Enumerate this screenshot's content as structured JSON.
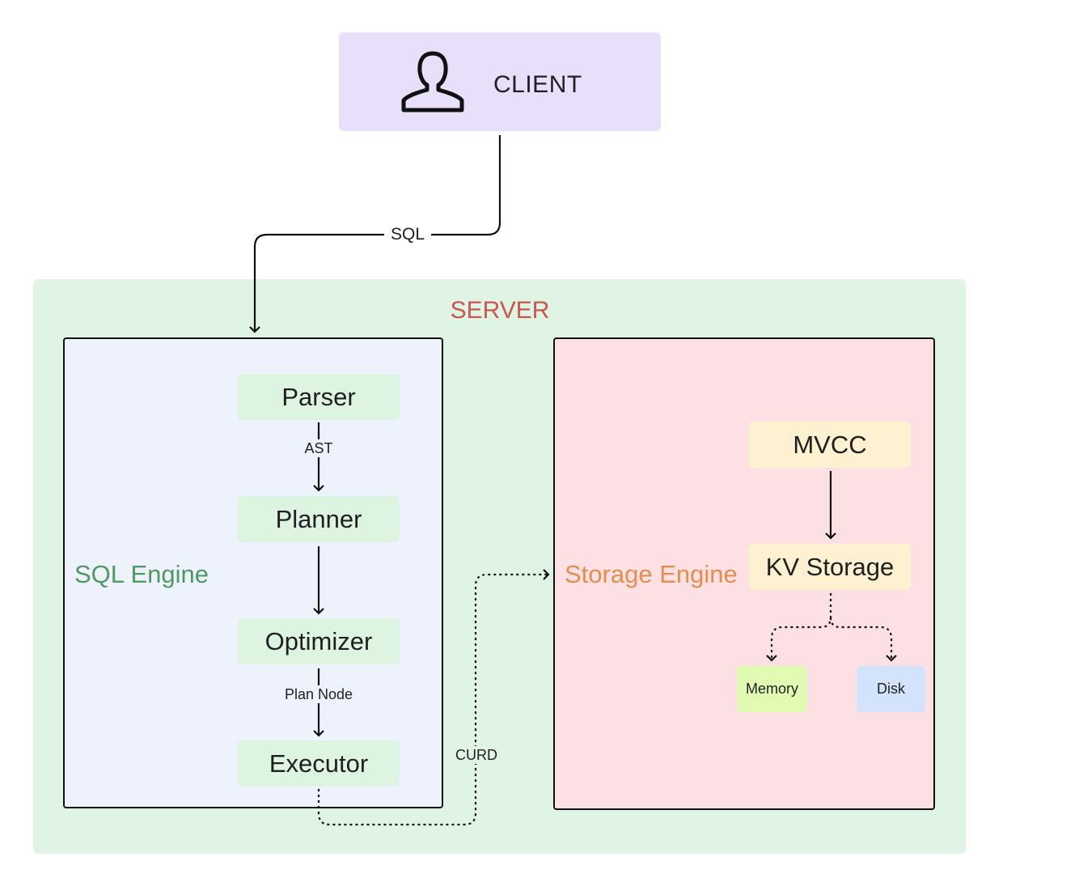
{
  "client": {
    "label": "CLIENT",
    "icon": "user-icon"
  },
  "server": {
    "title": "SERVER"
  },
  "edges": {
    "client_to_sql": "SQL",
    "parser_to_planner": "AST",
    "optimizer_to_executor": "Plan Node",
    "executor_to_storage": "CURD"
  },
  "sql_engine": {
    "label": "SQL Engine",
    "stages": [
      "Parser",
      "Planner",
      "Optimizer",
      "Executor"
    ]
  },
  "storage_engine": {
    "label": "Storage Engine",
    "components": {
      "mvcc": "MVCC",
      "kv": "KV Storage",
      "memory": "Memory",
      "disk": "Disk"
    }
  },
  "colors": {
    "client_bg": "#e8e0fa",
    "server_bg": "#dff4e4",
    "server_title": "#c9574e",
    "sql_engine_bg": "#eef2fc",
    "sql_engine_label": "#4f9a62",
    "storage_engine_bg": "#fde0e3",
    "storage_engine_label": "#e28f50",
    "stage_bg": "#dcf4e0",
    "kv_bg": "#fdf1d2",
    "memory_bg": "#e2fbb3",
    "disk_bg": "#d2e3fb"
  }
}
